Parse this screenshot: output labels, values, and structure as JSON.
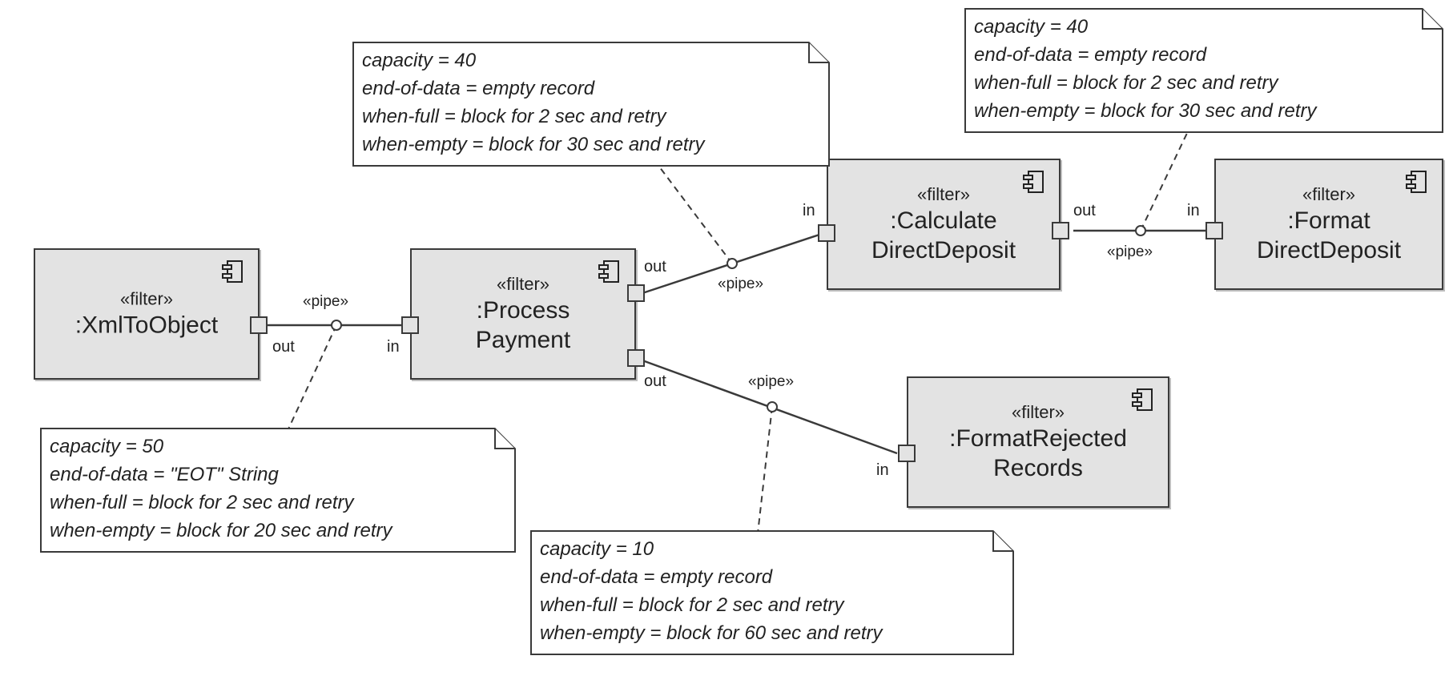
{
  "components": [
    {
      "id": "xml",
      "stereotype": "«filter»",
      "name": ":XmlToObject"
    },
    {
      "id": "proc",
      "stereotype": "«filter»",
      "name": ":Process\nPayment"
    },
    {
      "id": "calc",
      "stereotype": "«filter»",
      "name": ":Calculate\nDirectDeposit"
    },
    {
      "id": "fmt",
      "stereotype": "«filter»",
      "name": ":Format\nDirectDeposit"
    },
    {
      "id": "rej",
      "stereotype": "«filter»",
      "name": ":FormatRejected\nRecords"
    }
  ],
  "ports": {
    "in_label": "in",
    "out_label": "out"
  },
  "pipe_label": "«pipe»",
  "notes": [
    {
      "id": "pipe1",
      "lines": [
        "capacity = 50",
        "end-of-data = \"EOT\" String",
        "when-full = block for 2 sec and retry",
        "when-empty = block for 20 sec and retry"
      ]
    },
    {
      "id": "pipe2",
      "lines": [
        "capacity = 40",
        "end-of-data = empty record",
        "when-full = block for 2 sec and retry",
        "when-empty = block for 30 sec and retry"
      ]
    },
    {
      "id": "pipe3",
      "lines": [
        "capacity = 40",
        "end-of-data = empty record",
        "when-full = block for 2 sec and retry",
        "when-empty = block for 30 sec and retry"
      ]
    },
    {
      "id": "pipe4",
      "lines": [
        "capacity = 10",
        "end-of-data = empty record",
        "when-full = block for 2 sec and retry",
        "when-empty = block for 60 sec and retry"
      ]
    }
  ]
}
